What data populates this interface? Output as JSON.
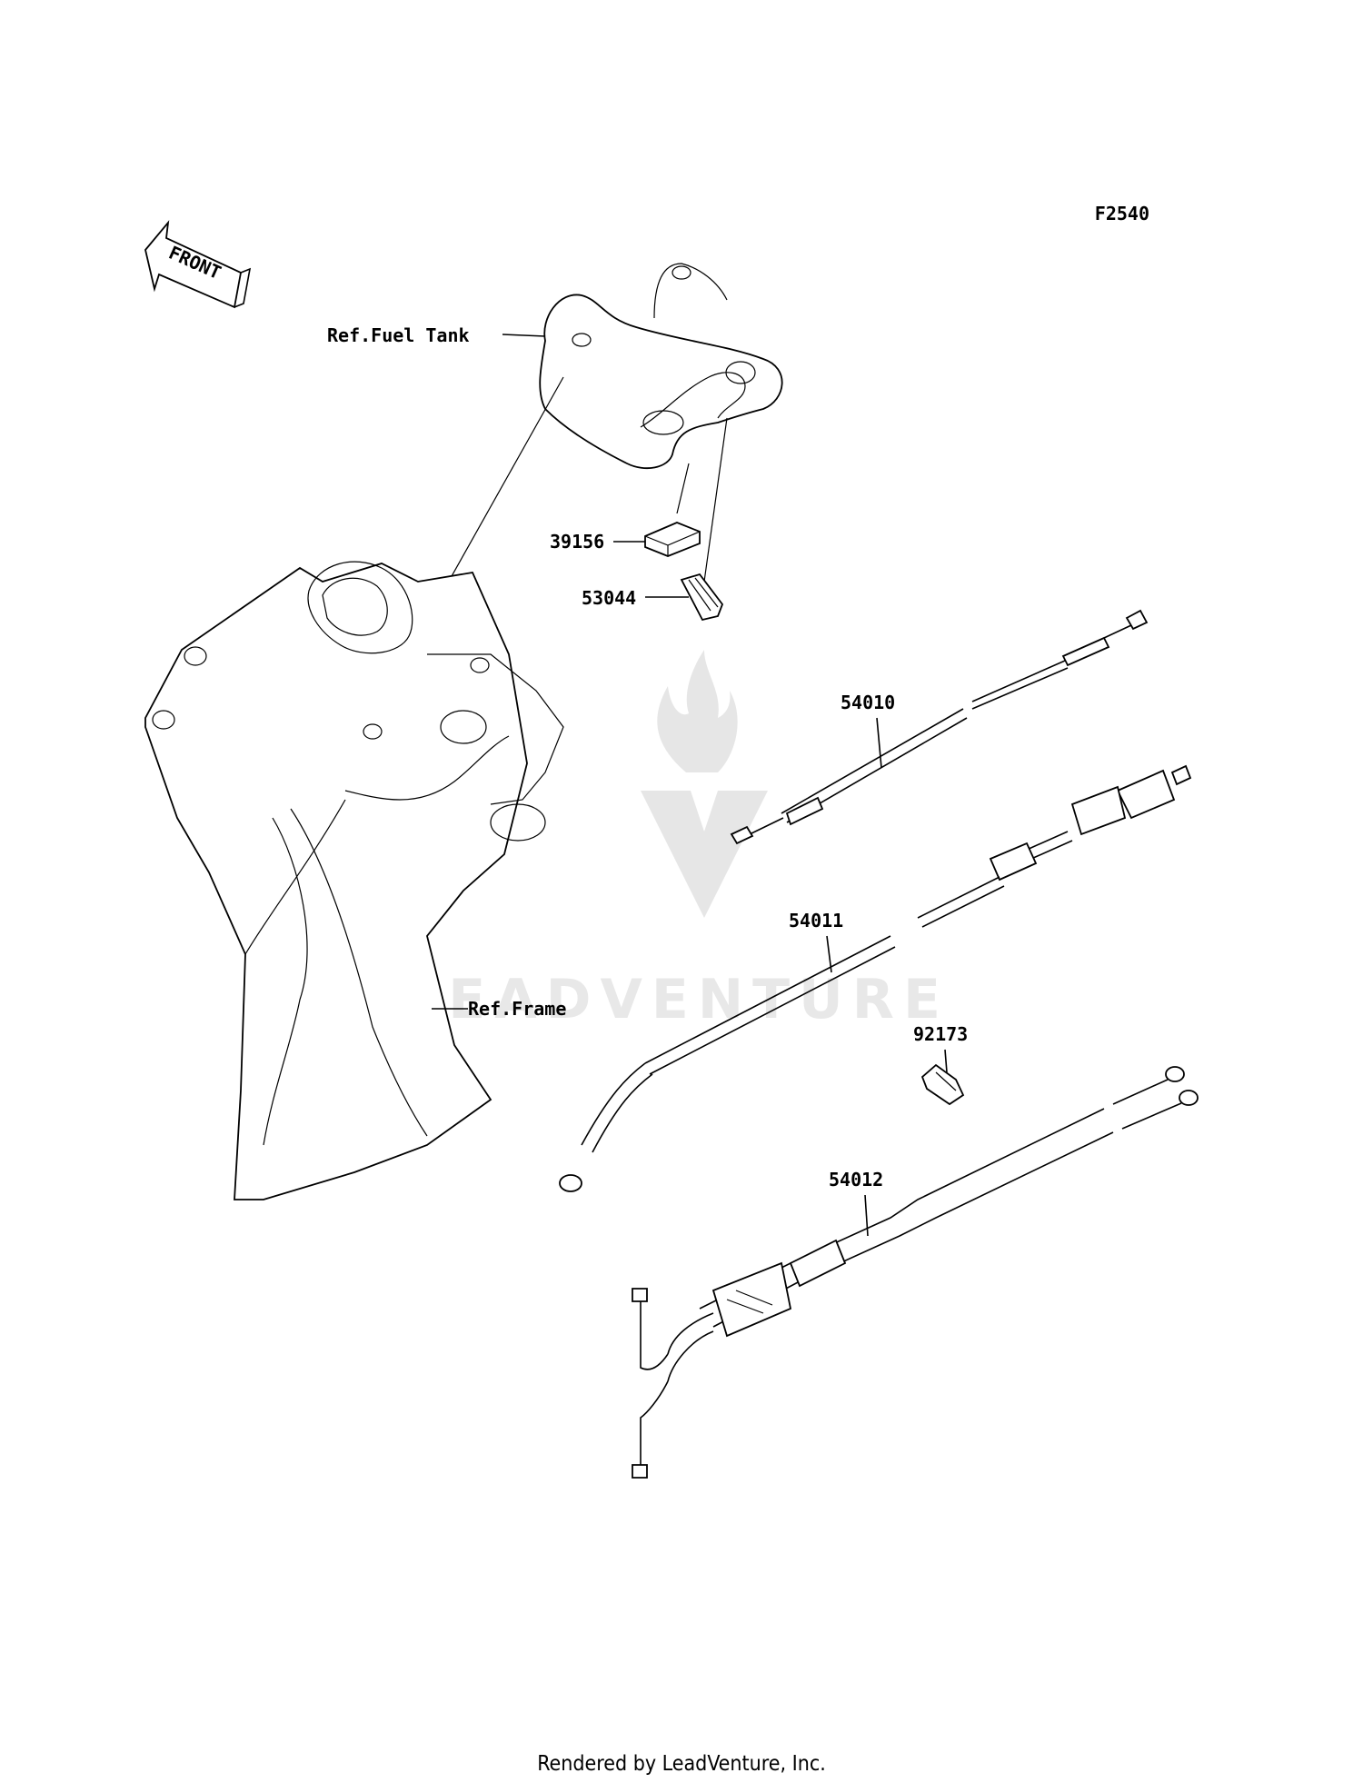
{
  "diagram_code": "F2540",
  "front_arrow_text": "FRONT",
  "labels": {
    "ref_fuel_tank": "Ref.Fuel Tank",
    "part_39156": "39156",
    "part_53044": "53044",
    "part_54010": "54010",
    "part_54011": "54011",
    "ref_frame": "Ref.Frame",
    "part_92173": "92173",
    "part_54012": "54012"
  },
  "watermark": "LEADVENTURE",
  "footer": "Rendered by LeadVenture, Inc."
}
